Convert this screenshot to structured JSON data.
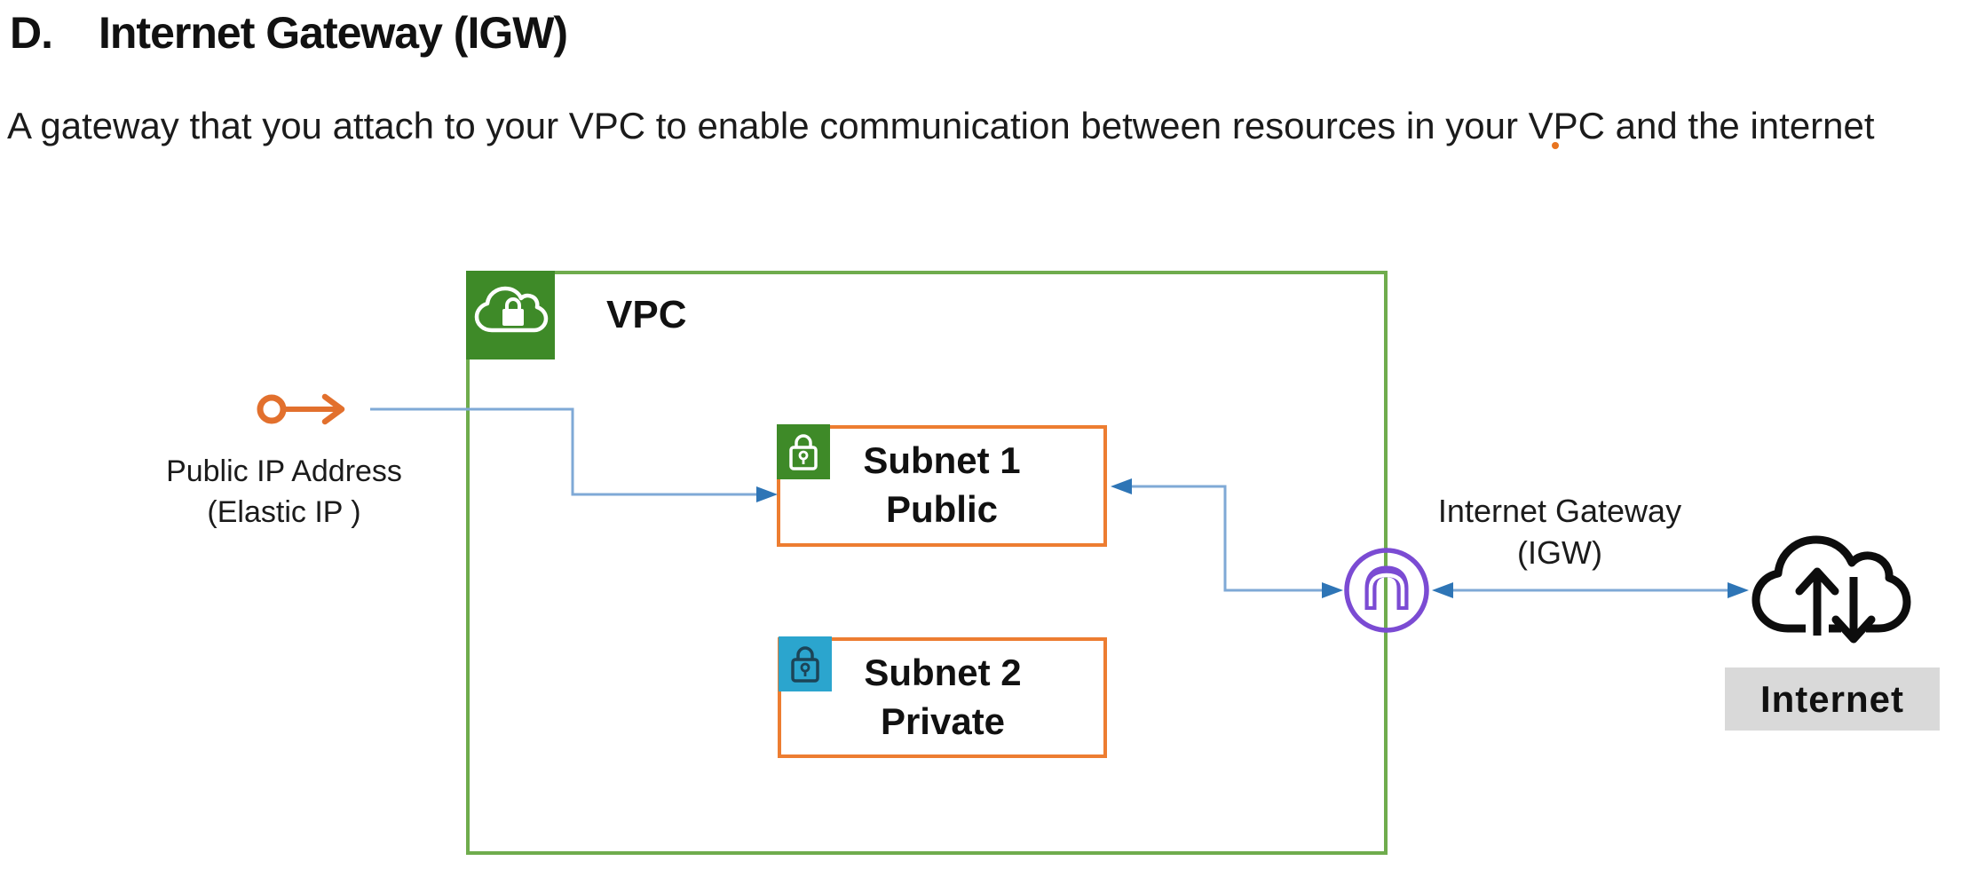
{
  "page": {
    "title_prefix": "D.",
    "title": "Internet Gateway (IGW)",
    "description": "A gateway that you attach to your VPC to enable communication between resources in your VPC and the internet"
  },
  "diagram": {
    "vpc": {
      "label": "VPC"
    },
    "elastic_ip": {
      "label_line1": "Public IP Address",
      "label_line2": "(Elastic IP )"
    },
    "subnet1": {
      "name": "Subnet 1",
      "type": "Public"
    },
    "subnet2": {
      "name": "Subnet 2",
      "type": "Private"
    },
    "igw": {
      "label_line1": "Internet Gateway",
      "label_line2": "(IGW)"
    },
    "internet": {
      "label": "Internet"
    }
  },
  "colors": {
    "vpc_border_green": "#6FAC4D",
    "vpc_icon_green": "#3E8A28",
    "subnet_border_orange": "#ED7D31",
    "private_subnet_teal": "#2BA5CE",
    "igw_purple": "#7B4BD3",
    "connector_blue": "#7FA9D6",
    "arrowhead_blue": "#2E75B6",
    "elastic_ip_orange": "#E2702D",
    "internet_label_bg": "#D9D9D9",
    "text_black": "#111111"
  }
}
